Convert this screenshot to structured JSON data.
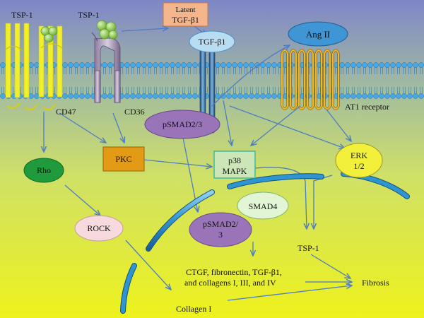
{
  "labels": {
    "tsp1_a": "TSP-1",
    "tsp1_b": "TSP-1",
    "latent_line1": "Latent",
    "latent_line2": "TGF-β1",
    "tgf_b1": "TGF-β1",
    "ang_ii": "Ang II",
    "cd47": "CD47",
    "cd36": "CD36",
    "at1_receptor": "AT1 receptor",
    "psmad23_top": "pSMAD2/3",
    "rho": "Rho",
    "pkc": "PKC",
    "p38_line1": "p38",
    "p38_line2": "MAPK",
    "erk_line1": "ERK",
    "erk_line2": "1/2",
    "smad4": "SMAD4",
    "psmad_line1": "pSMAD2/",
    "psmad_line2": "3",
    "rock": "ROCK",
    "tsp1_out": "TSP-1",
    "ctgf_line1": "CTGF, fibronectin, TGF-β1,",
    "ctgf_line2": "and collagens I, III, and IV",
    "fibrosis": "Fibrosis",
    "collagen_i": "Collagen I"
  },
  "colors": {
    "background_top": "#7f86c8",
    "background_bottom": "#eef21c",
    "membrane_head": "#4aa8e0",
    "arrow": "#4d7cc4",
    "rho_fill": "#1f9a3c",
    "pkc_fill": "#e39a14",
    "p38_fill": "#cde6b8",
    "erk_fill": "#f3f03c",
    "smad4_fill": "#e2f6d6",
    "psmad_fill": "#9a74b8",
    "rock_fill": "#f7dadd",
    "tgf_fill": "#b8dcf2",
    "ang_fill": "#3e96d4",
    "latent_fill": "#f4b58c",
    "dna_fill": "#2f95d0"
  }
}
